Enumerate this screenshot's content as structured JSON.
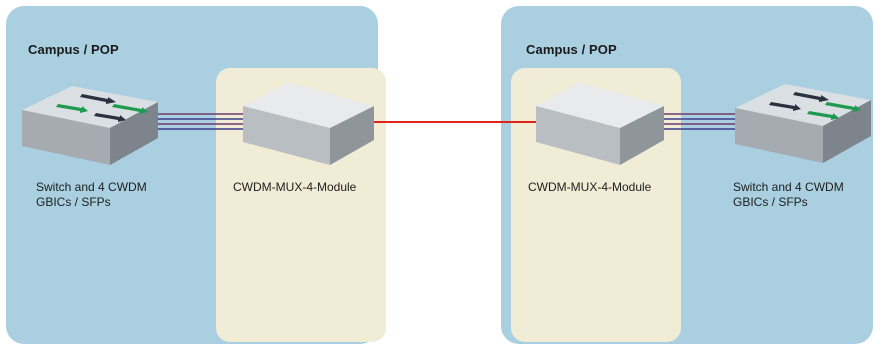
{
  "left": {
    "campus_title": "Campus / POP",
    "switch_label_line1": "Switch and 4 CWDM",
    "switch_label_line2": "GBICs / SFPs",
    "mux_label": "CWDM-MUX-4-Module"
  },
  "right": {
    "campus_title": "Campus / POP",
    "switch_label_line1": "Switch and 4 CWDM",
    "switch_label_line2": "GBICs / SFPs",
    "mux_label": "CWDM-MUX-4-Module"
  },
  "colors": {
    "campus_background": "#a9cfe0",
    "mux_panel_background": "#f1ecd6",
    "trunk_link": "#e0241b",
    "fiber_pairs": [
      "#6e3b6e",
      "#3c3c8c"
    ],
    "arrow_dark": "#2a3140",
    "arrow_green": "#1f9a4f"
  },
  "icons": [
    "switch-icon",
    "cwdm-mux-icon"
  ]
}
